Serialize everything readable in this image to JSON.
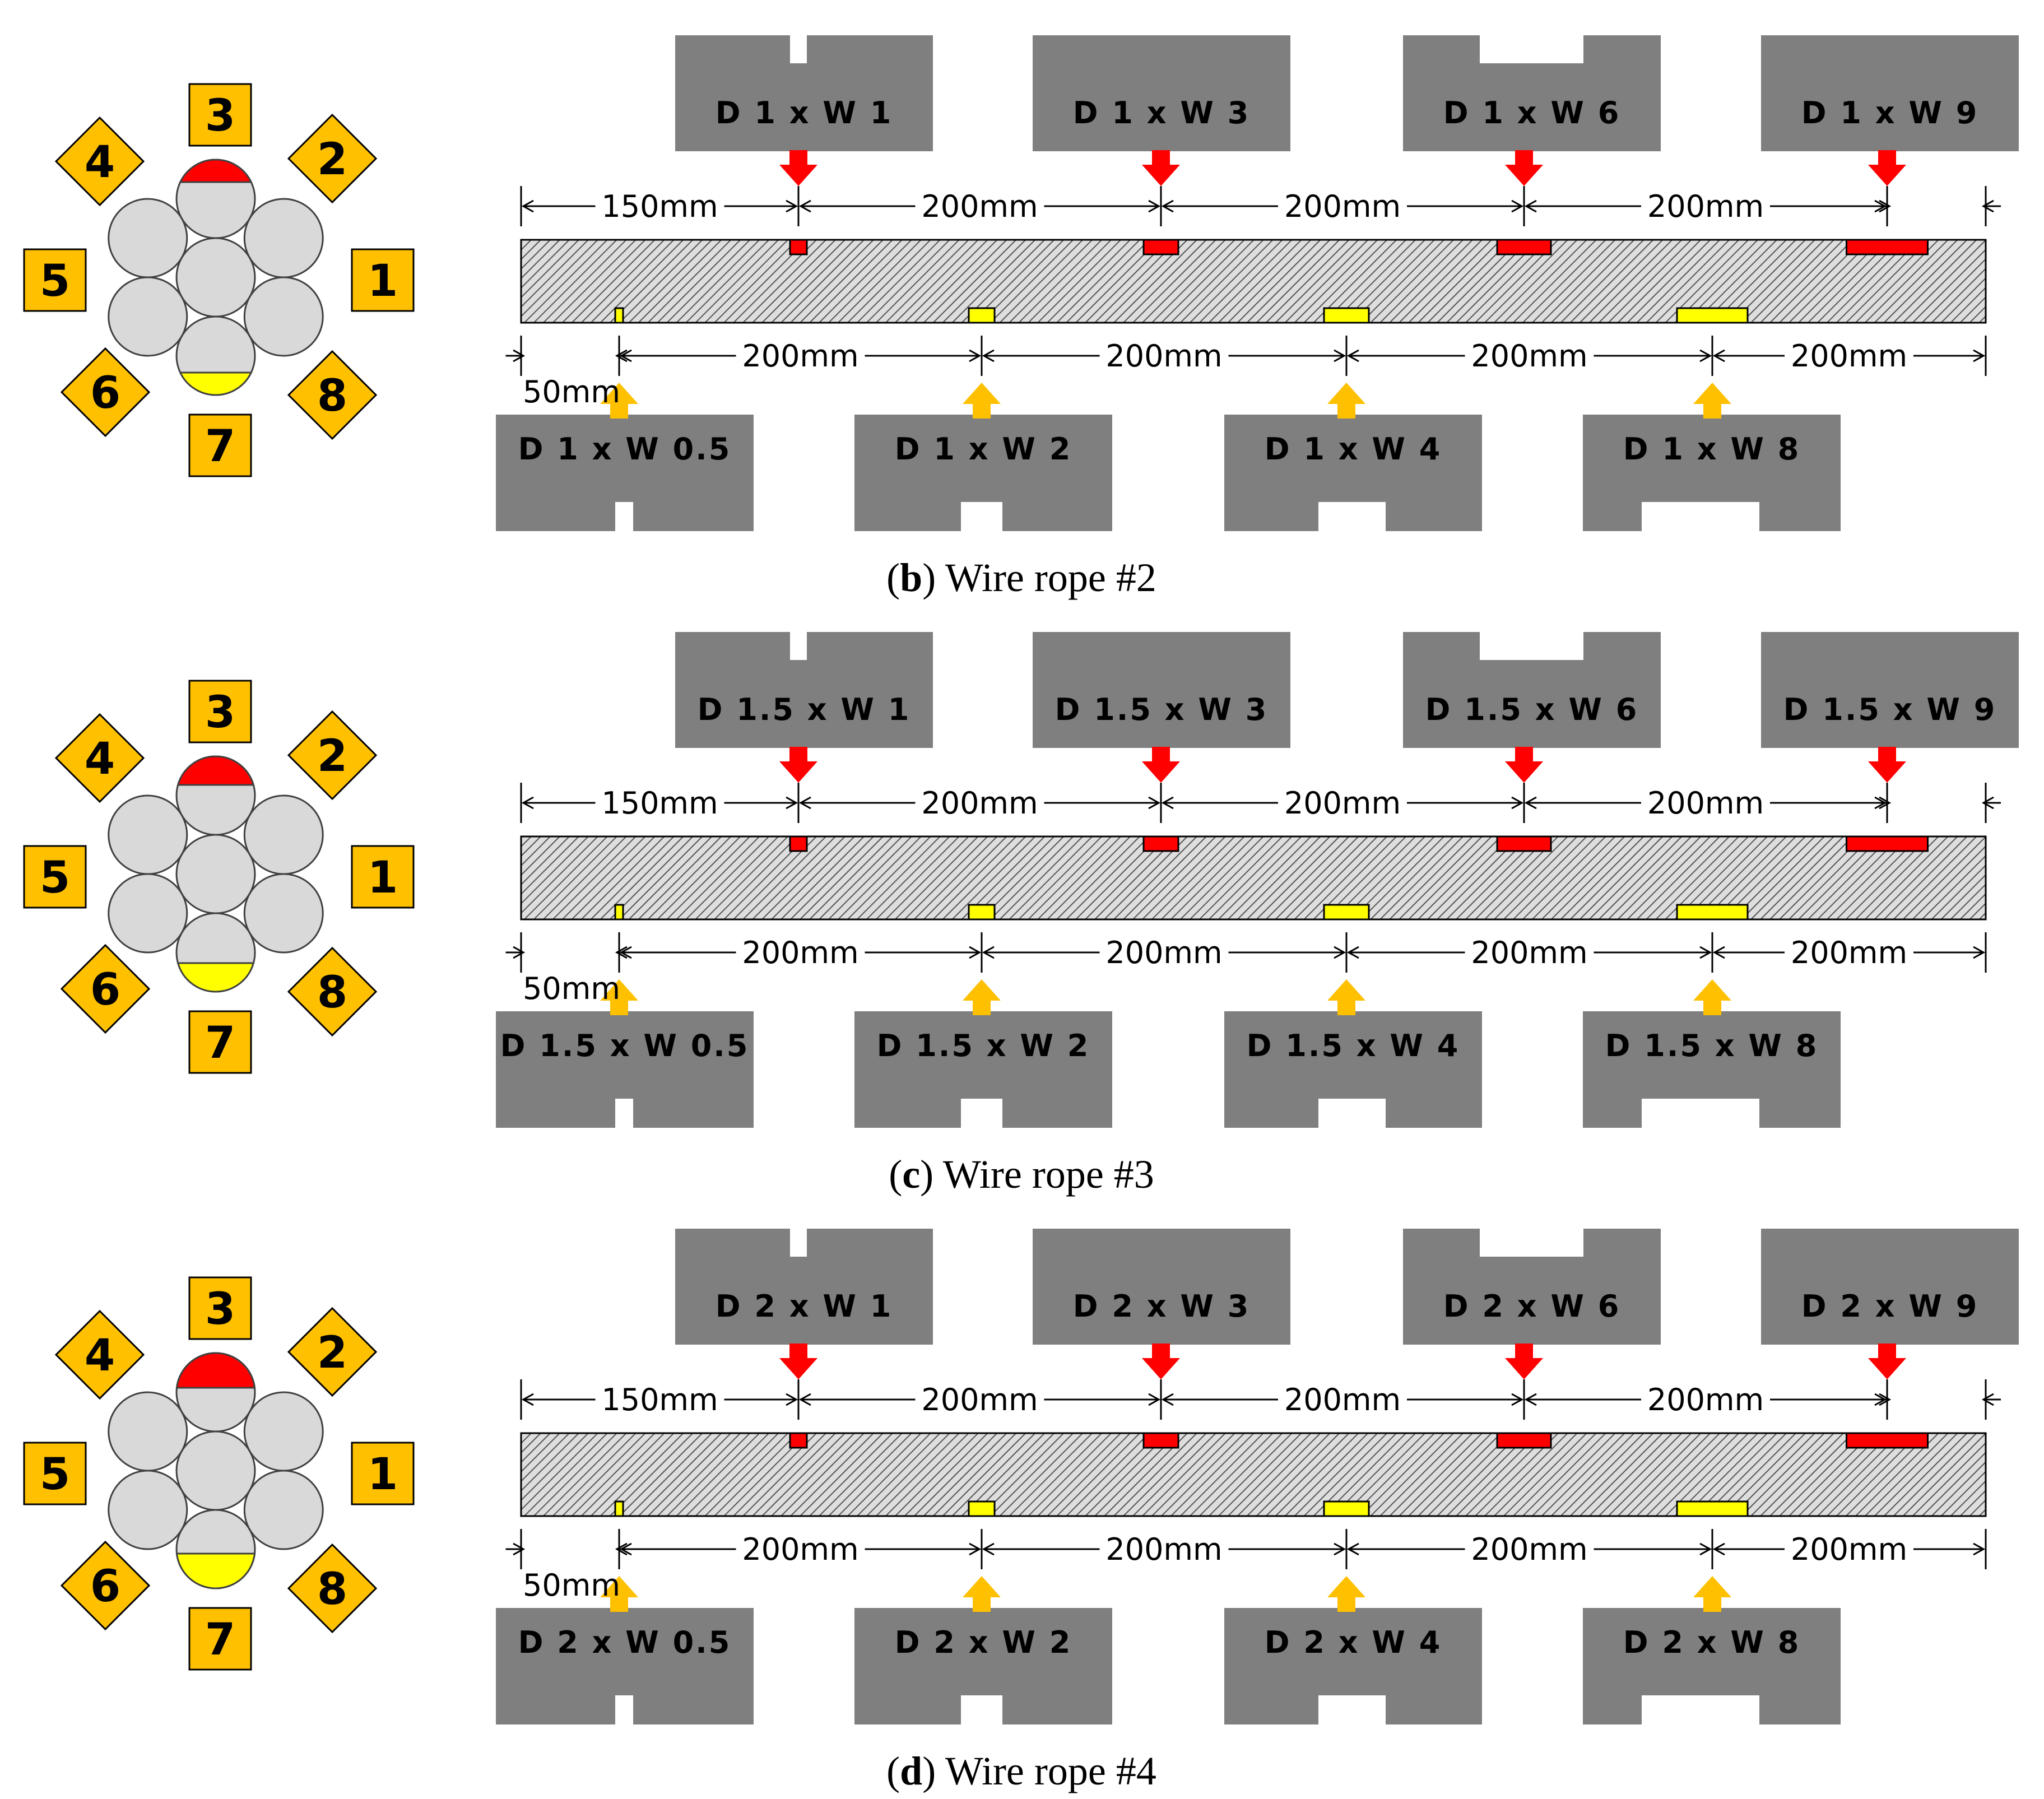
{
  "colors": {
    "badge": "#ffc000",
    "strand": "#d9d9d9",
    "top_defect": "#ff0000",
    "bottom_defect": "#ffff00",
    "top_arrow": "#ff0000",
    "bottom_arrow": "#ffc000",
    "coil": "#7f7f7f"
  },
  "icons": {
    "defect_arrow_top": "arrow-down-icon",
    "defect_arrow_bottom": "arrow-up-icon"
  },
  "cross_section": {
    "positions": [
      "1",
      "2",
      "3",
      "4",
      "5",
      "6",
      "7",
      "8"
    ]
  },
  "dimensions": {
    "top": [
      "150mm",
      "200mm",
      "200mm",
      "200mm"
    ],
    "bottom": [
      "200mm",
      "200mm",
      "200mm",
      "200mm"
    ],
    "offset": "50mm"
  },
  "panels": [
    {
      "caption_letter": "b",
      "caption_text": ") Wire rope #2",
      "top_labels": [
        "D 1 x W 1",
        "D 1 x W 3",
        "D 1 x W 6",
        "D 1 x W 9"
      ],
      "bottom_labels": [
        "D 1 x W 0.5",
        "D 1 x W 2",
        "D 1 x W 4",
        "D 1 x W 8"
      ],
      "defect_depth": 1
    },
    {
      "caption_letter": "c",
      "caption_text": ") Wire rope #3",
      "top_labels": [
        "D 1.5 x W 1",
        "D 1.5 x W 3",
        "D 1.5 x W 6",
        "D 1.5 x W 9"
      ],
      "bottom_labels": [
        "D 1.5 x W 0.5",
        "D 1.5 x W 2",
        "D 1.5 x W 4",
        "D 1.5 x W 8"
      ],
      "defect_depth": 1.5
    },
    {
      "caption_letter": "d",
      "caption_text": ") Wire rope #4",
      "top_labels": [
        "D 2 x W 1",
        "D 2 x W 3",
        "D 2 x W 6",
        "D 2 x W 9"
      ],
      "bottom_labels": [
        "D 2 x W 0.5",
        "D 2 x W 2",
        "D 2 x W 4",
        "D 2 x W 8"
      ],
      "defect_depth": 2
    }
  ]
}
